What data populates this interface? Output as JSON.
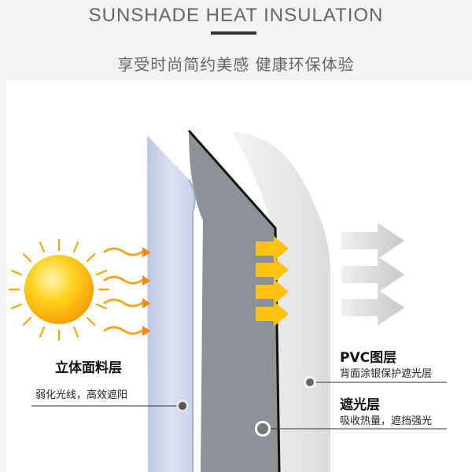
{
  "header": {
    "title": "SUNSHADE HEAT INSULATION",
    "subtitle": "享受时尚简约美感 健康环保体验"
  },
  "labels": {
    "fabric_title": "立体面料层",
    "fabric_desc": "弱化光线，高效遮阳",
    "pvc_title": "PVC图层",
    "pvc_desc": "背面涂银保护遮光层",
    "shading_title": "遮光层",
    "shading_desc": "吸收热量，遮挡强光"
  },
  "colors": {
    "fabric_layer": "#cdd6ea",
    "shading_layer": "#8a8f96",
    "pvc_layer": "#e6e6e6",
    "heat_arrow": "#f5a623",
    "sun": "#ffc21a",
    "out_arrow": "#dcdcdc"
  },
  "icons": [
    "sun-icon",
    "heat-wave-arrow-icon",
    "yellow-arrow-icon",
    "gray-arrow-icon"
  ]
}
